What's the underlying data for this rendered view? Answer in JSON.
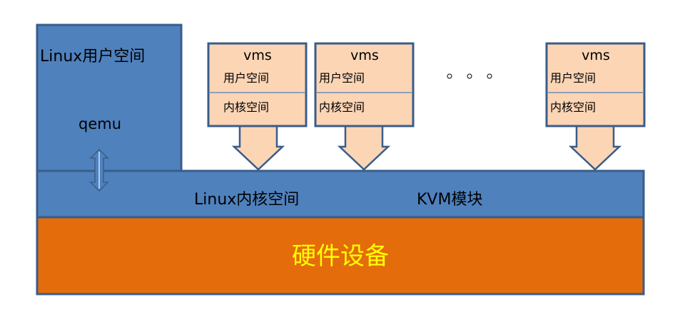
{
  "user_space": {
    "label": "Linux用户空间",
    "process": "qemu"
  },
  "kernel_space": {
    "label": "Linux内核空间",
    "module": "KVM模块"
  },
  "hardware": {
    "label": "硬件设备"
  },
  "vms": [
    {
      "title": "vms",
      "user_label": "用户空间",
      "kernel_label": "内核空间"
    },
    {
      "title": "vms",
      "user_label": "用户空间",
      "kernel_label": "内核空间"
    },
    {
      "title": "vms",
      "user_label": "用户空间",
      "kernel_label": "内核空间"
    }
  ],
  "ellipsis_dots": 3,
  "colors": {
    "blue": "#4f81bd",
    "blue_border": "#385d8a",
    "orange": "#e46c0a",
    "peach": "#fcd5b5",
    "yellow_text": "#ffff00"
  }
}
